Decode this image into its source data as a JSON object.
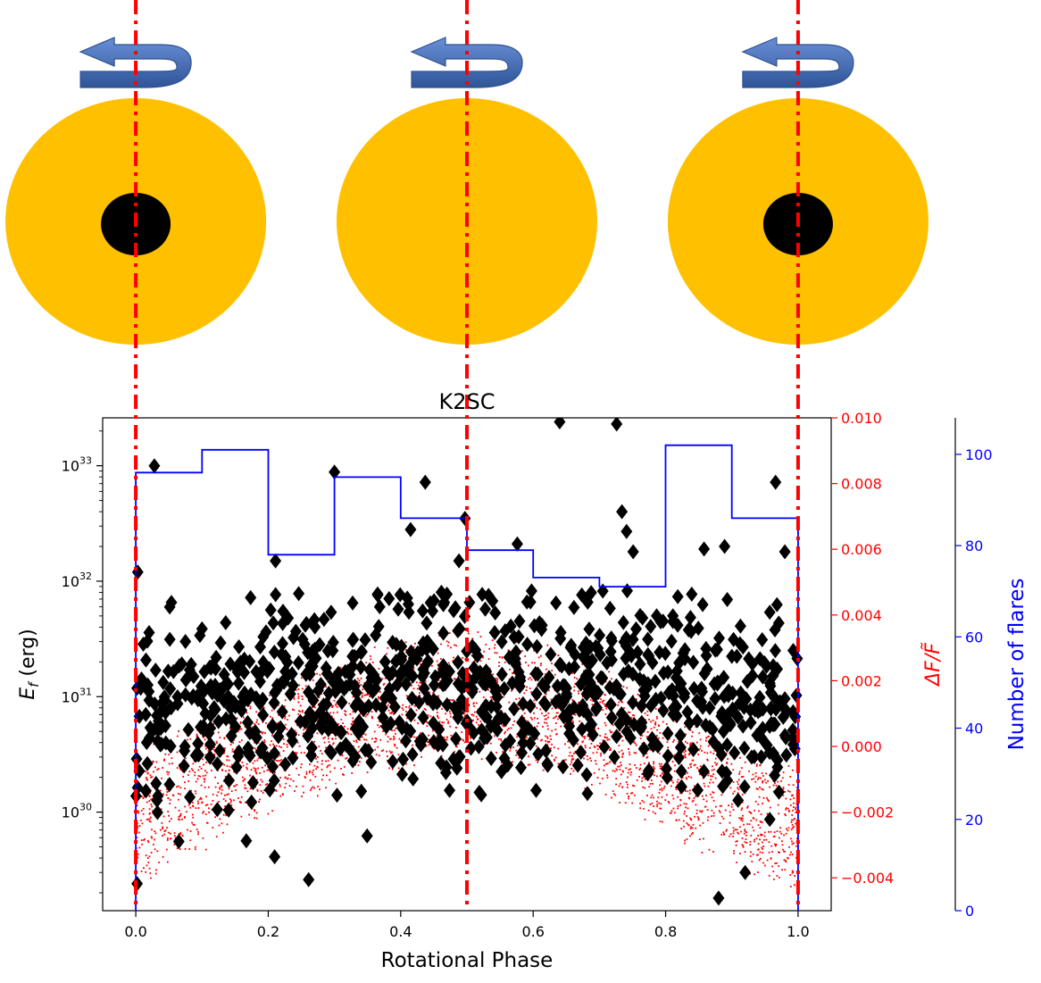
{
  "colors": {
    "star": "#FFC000",
    "spot": "#000000",
    "arrow": "#4472C4",
    "arrow_dark": "#2F528F",
    "phase_line": "#FF0000",
    "energy_marker": "#000000",
    "flux_point": "#FF0000",
    "histogram": "#0000FF",
    "axis": "#000000"
  },
  "illustration": {
    "stars": [
      {
        "phase": 0.0,
        "spot_visible": true
      },
      {
        "phase": 0.5,
        "spot_visible": false
      },
      {
        "phase": 1.0,
        "spot_visible": true
      }
    ],
    "rotation_arrow_icon": "counterclockwise-rotation-arrow-icon",
    "phase_markers": [
      0.0,
      0.5,
      1.0
    ]
  },
  "chart_data": {
    "type": "scatter",
    "title": "K2SC",
    "xlabel": "Rotational Phase",
    "xlim": [
      -0.05,
      1.05
    ],
    "xticks": [
      0.0,
      0.2,
      0.4,
      0.6,
      0.8,
      1.0
    ],
    "xtick_labels": [
      "0.0",
      "0.2",
      "0.4",
      "0.6",
      "0.8",
      "1.0"
    ],
    "left_axis": {
      "label_main": "E",
      "label_sub": "f",
      "label_unit": " (erg)",
      "scale": "log",
      "ylim": [
        1.4e+29,
        2.6e+33
      ],
      "tick_base": "10",
      "tick_exponents": [
        "30",
        "31",
        "32",
        "33"
      ],
      "tick_values": [
        1e+30,
        1e+31,
        1e+32,
        1e+33
      ]
    },
    "right_axis_flux": {
      "label": "ΔF/F̃",
      "ylim": [
        -0.005,
        0.01
      ],
      "ticks": [
        -0.004,
        -0.002,
        0.0,
        0.002,
        0.004,
        0.006,
        0.008,
        0.01
      ],
      "tick_labels": [
        "−0.004",
        "−0.002",
        "0.000",
        "0.002",
        "0.004",
        "0.006",
        "0.008",
        "0.010"
      ]
    },
    "right_axis_count": {
      "label": "Number of flares",
      "ylim": [
        0,
        108
      ],
      "ticks": [
        0,
        20,
        40,
        60,
        80,
        100
      ],
      "tick_labels": [
        "0",
        "20",
        "40",
        "60",
        "80",
        "100"
      ]
    },
    "histogram": {
      "bin_edges": [
        0.0,
        0.1,
        0.2,
        0.3,
        0.4,
        0.5,
        0.6,
        0.7,
        0.8,
        0.9,
        1.0
      ],
      "counts": [
        96,
        101,
        78,
        95,
        86,
        79,
        73,
        71,
        102,
        86
      ]
    },
    "flare_energy_trend": {
      "note": "black diamonds: flare energies vs phase; distribution dense between 1e30 and 1e32 erg with sparse high-energy outliers",
      "outliers": [
        {
          "x": 0.028,
          "y": 1e+33
        },
        {
          "x": 0.3,
          "y": 8.8e+32
        },
        {
          "x": 0.437,
          "y": 7.2e+32
        },
        {
          "x": 0.415,
          "y": 2.8e+32
        },
        {
          "x": 0.497,
          "y": 3.5e+32
        },
        {
          "x": 0.488,
          "y": 1.5e+32
        },
        {
          "x": 0.64,
          "y": 2.4e+33
        },
        {
          "x": 0.576,
          "y": 2.1e+32
        },
        {
          "x": 0.726,
          "y": 2.3e+33
        },
        {
          "x": 0.734,
          "y": 4e+32
        },
        {
          "x": 0.741,
          "y": 2.7e+32
        },
        {
          "x": 0.751,
          "y": 1.8e+32
        },
        {
          "x": 0.966,
          "y": 7.2e+32
        },
        {
          "x": 0.98,
          "y": 1.8e+32
        },
        {
          "x": 0.889,
          "y": 2e+32
        },
        {
          "x": 0.858,
          "y": 1.9e+32
        },
        {
          "x": 0.003,
          "y": 1.2e+32
        },
        {
          "x": 0.211,
          "y": 1.5e+32
        },
        {
          "x": 0.261,
          "y": 2.6e+29
        },
        {
          "x": 0.002,
          "y": 2.4e+29
        },
        {
          "x": 0.88,
          "y": 1.8e+29
        },
        {
          "x": 0.92,
          "y": 3e+29
        }
      ]
    },
    "flux_trend": {
      "note": "red dots: normalized flux variation vs phase, peaks near phase 0.5 and declines toward phase 0 and 1",
      "curve": [
        {
          "x": 0.0,
          "y": -0.0022
        },
        {
          "x": 0.1,
          "y": -0.0012
        },
        {
          "x": 0.2,
          "y": -0.0002
        },
        {
          "x": 0.3,
          "y": 0.0007
        },
        {
          "x": 0.4,
          "y": 0.0013
        },
        {
          "x": 0.5,
          "y": 0.0017
        },
        {
          "x": 0.6,
          "y": 0.0013
        },
        {
          "x": 0.7,
          "y": 0.0005
        },
        {
          "x": 0.8,
          "y": -0.0007
        },
        {
          "x": 0.9,
          "y": -0.0018
        },
        {
          "x": 1.0,
          "y": -0.0025
        }
      ],
      "spread": 0.0021
    }
  }
}
